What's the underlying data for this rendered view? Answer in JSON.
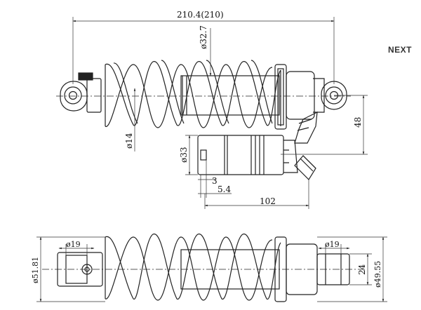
{
  "nav": {
    "next_label": "NEXT"
  },
  "dimensions": {
    "overall_length": "210.4(210)",
    "spring_dia": "ø32.7",
    "stroke_height": "48",
    "shaft_dia": "ø14",
    "body_dia": "ø33",
    "gap_a": "3",
    "gap_b": "5.4",
    "reservoir_length": "102",
    "eye_left_dia": "ø19",
    "eye_right_dia": "ø19",
    "outer_left": "ø51.81",
    "outer_right": "ø49.55",
    "bushing_width": "24"
  },
  "colors": {
    "line": "#222222",
    "dim": "#333333",
    "background": "#ffffff"
  }
}
